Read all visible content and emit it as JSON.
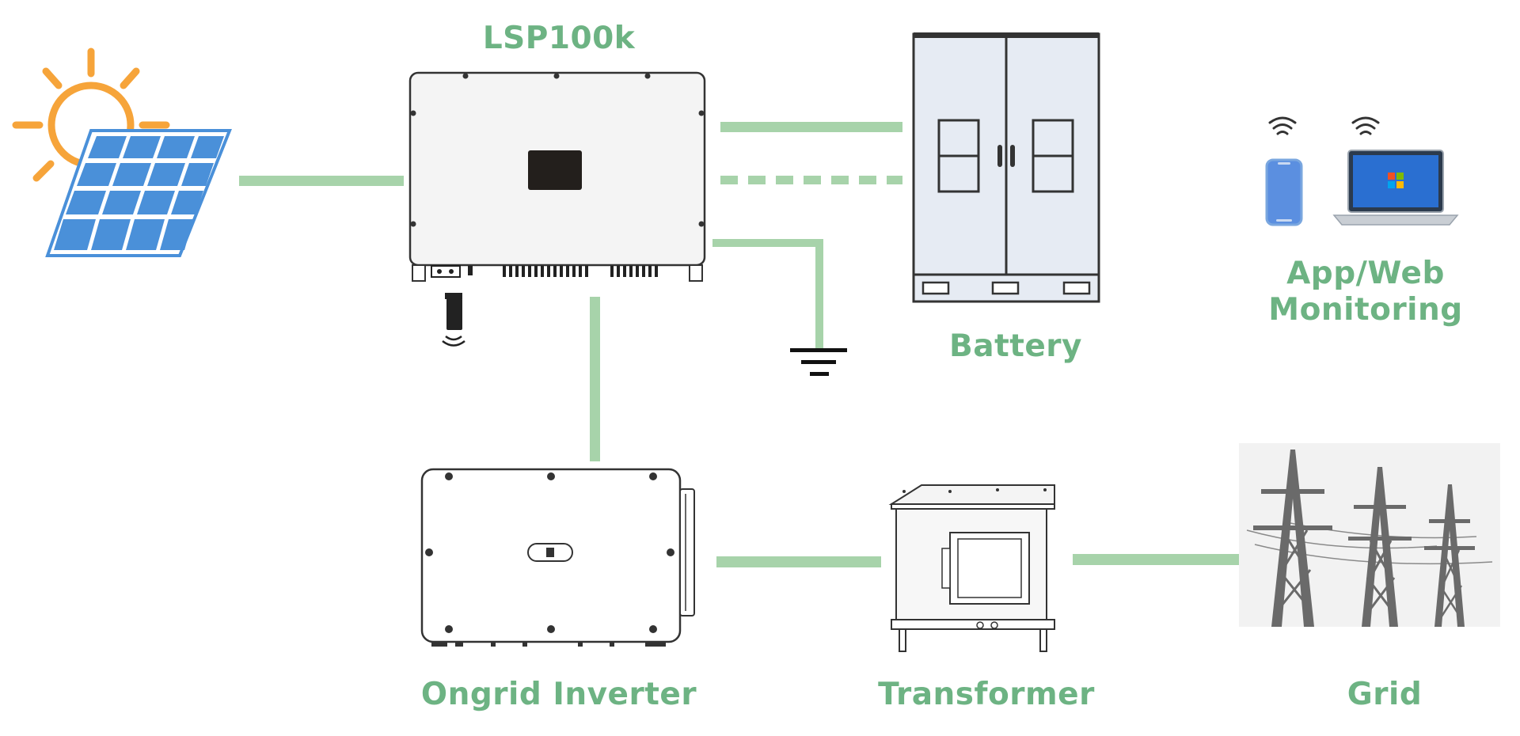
{
  "labels": {
    "hybrid_inverter": "LSP100k",
    "battery": "Battery",
    "monitoring_line1": "App/Web",
    "monitoring_line2": "Monitoring",
    "ongrid_inverter": "Ongrid Inverter",
    "transformer": "Transformer",
    "grid": "Grid"
  },
  "colors": {
    "label_green": "#6db383",
    "wire_green": "#a7d3aa",
    "sun_orange": "#f6a43a",
    "panel_blue": "#4a90d9",
    "device_outline": "#333333"
  },
  "icons": [
    "sun-icon",
    "solar-panel-icon",
    "wifi-dongle-icon",
    "ground-symbol-icon",
    "phone-icon",
    "laptop-icon",
    "wifi-icon",
    "power-tower-icon"
  ]
}
